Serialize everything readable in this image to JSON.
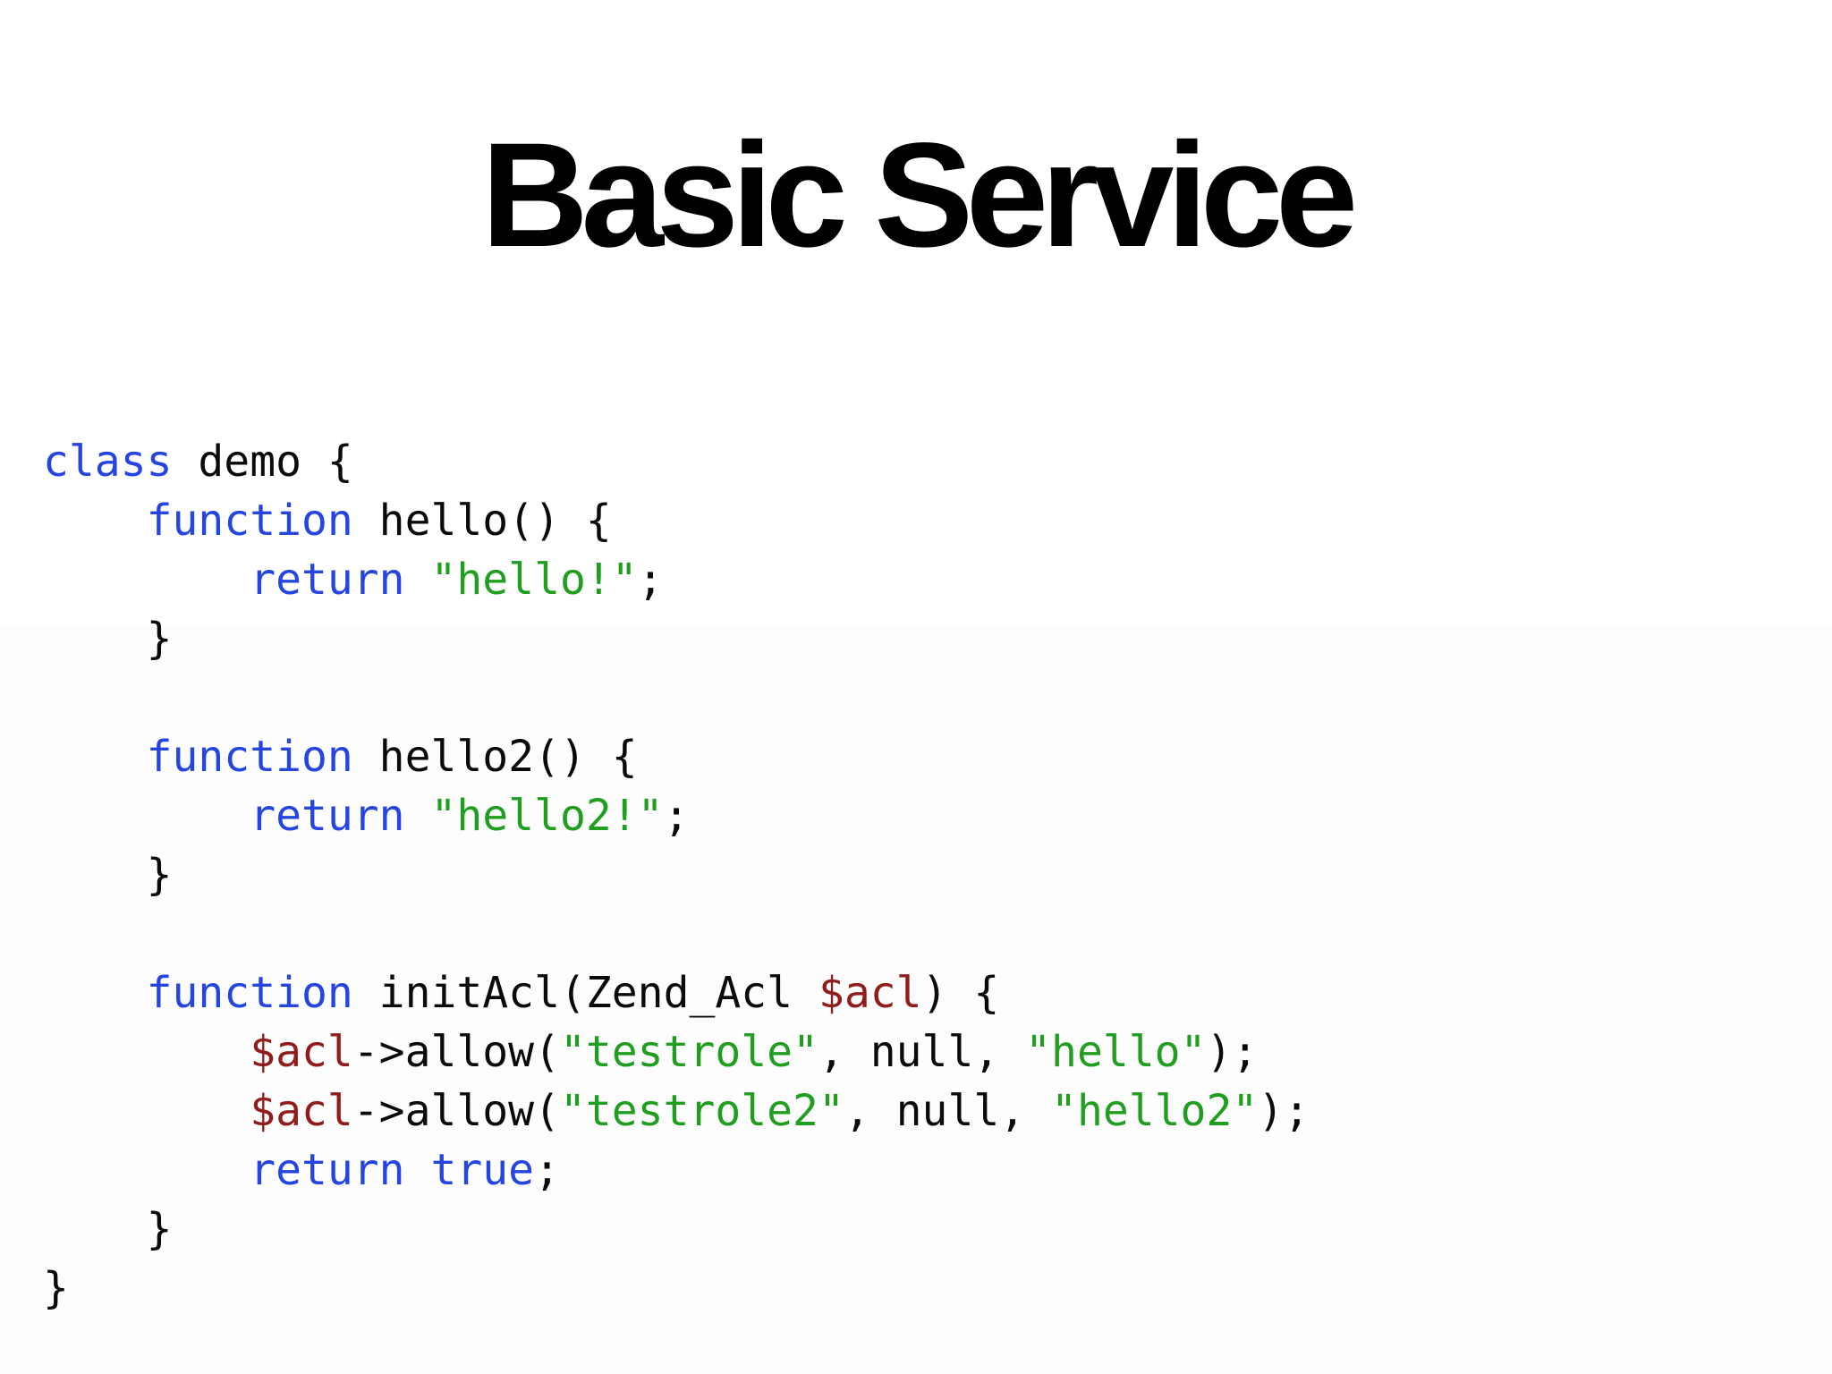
{
  "slide": {
    "title": "Basic Service",
    "colors": {
      "title": "#000000",
      "keyword": "#2545e2",
      "string": "#1f9e1f",
      "variable": "#911c1c",
      "plain": "#0a0a0a",
      "background_top": "#ffffff",
      "background_bottom": "#fdfdfe"
    },
    "code_language": "php",
    "code_lines": [
      [
        {
          "t": "class",
          "c": "keyword"
        },
        {
          "t": " demo {",
          "c": "plain"
        }
      ],
      [
        {
          "t": "    ",
          "c": "plain"
        },
        {
          "t": "function",
          "c": "keyword"
        },
        {
          "t": " hello() {",
          "c": "plain"
        }
      ],
      [
        {
          "t": "        ",
          "c": "plain"
        },
        {
          "t": "return",
          "c": "keyword"
        },
        {
          "t": " ",
          "c": "plain"
        },
        {
          "t": "\"hello!\"",
          "c": "string"
        },
        {
          "t": ";",
          "c": "plain"
        }
      ],
      [
        {
          "t": "    }",
          "c": "plain"
        }
      ],
      [],
      [
        {
          "t": "    ",
          "c": "plain"
        },
        {
          "t": "function",
          "c": "keyword"
        },
        {
          "t": " hello2() {",
          "c": "plain"
        }
      ],
      [
        {
          "t": "        ",
          "c": "plain"
        },
        {
          "t": "return",
          "c": "keyword"
        },
        {
          "t": " ",
          "c": "plain"
        },
        {
          "t": "\"hello2!\"",
          "c": "string"
        },
        {
          "t": ";",
          "c": "plain"
        }
      ],
      [
        {
          "t": "    }",
          "c": "plain"
        }
      ],
      [],
      [
        {
          "t": "    ",
          "c": "plain"
        },
        {
          "t": "function",
          "c": "keyword"
        },
        {
          "t": " initAcl(Zend_Acl ",
          "c": "plain"
        },
        {
          "t": "$acl",
          "c": "variable"
        },
        {
          "t": ") {",
          "c": "plain"
        }
      ],
      [
        {
          "t": "        ",
          "c": "plain"
        },
        {
          "t": "$acl",
          "c": "variable"
        },
        {
          "t": "->allow(",
          "c": "plain"
        },
        {
          "t": "\"testrole\"",
          "c": "string"
        },
        {
          "t": ", null, ",
          "c": "plain"
        },
        {
          "t": "\"hello\"",
          "c": "string"
        },
        {
          "t": ");",
          "c": "plain"
        }
      ],
      [
        {
          "t": "        ",
          "c": "plain"
        },
        {
          "t": "$acl",
          "c": "variable"
        },
        {
          "t": "->allow(",
          "c": "plain"
        },
        {
          "t": "\"testrole2\"",
          "c": "string"
        },
        {
          "t": ", null, ",
          "c": "plain"
        },
        {
          "t": "\"hello2\"",
          "c": "string"
        },
        {
          "t": ");",
          "c": "plain"
        }
      ],
      [
        {
          "t": "        ",
          "c": "plain"
        },
        {
          "t": "return",
          "c": "keyword"
        },
        {
          "t": " ",
          "c": "plain"
        },
        {
          "t": "true",
          "c": "keyword"
        },
        {
          "t": ";",
          "c": "plain"
        }
      ],
      [
        {
          "t": "    }",
          "c": "plain"
        }
      ],
      [
        {
          "t": "}",
          "c": "plain"
        }
      ]
    ]
  }
}
